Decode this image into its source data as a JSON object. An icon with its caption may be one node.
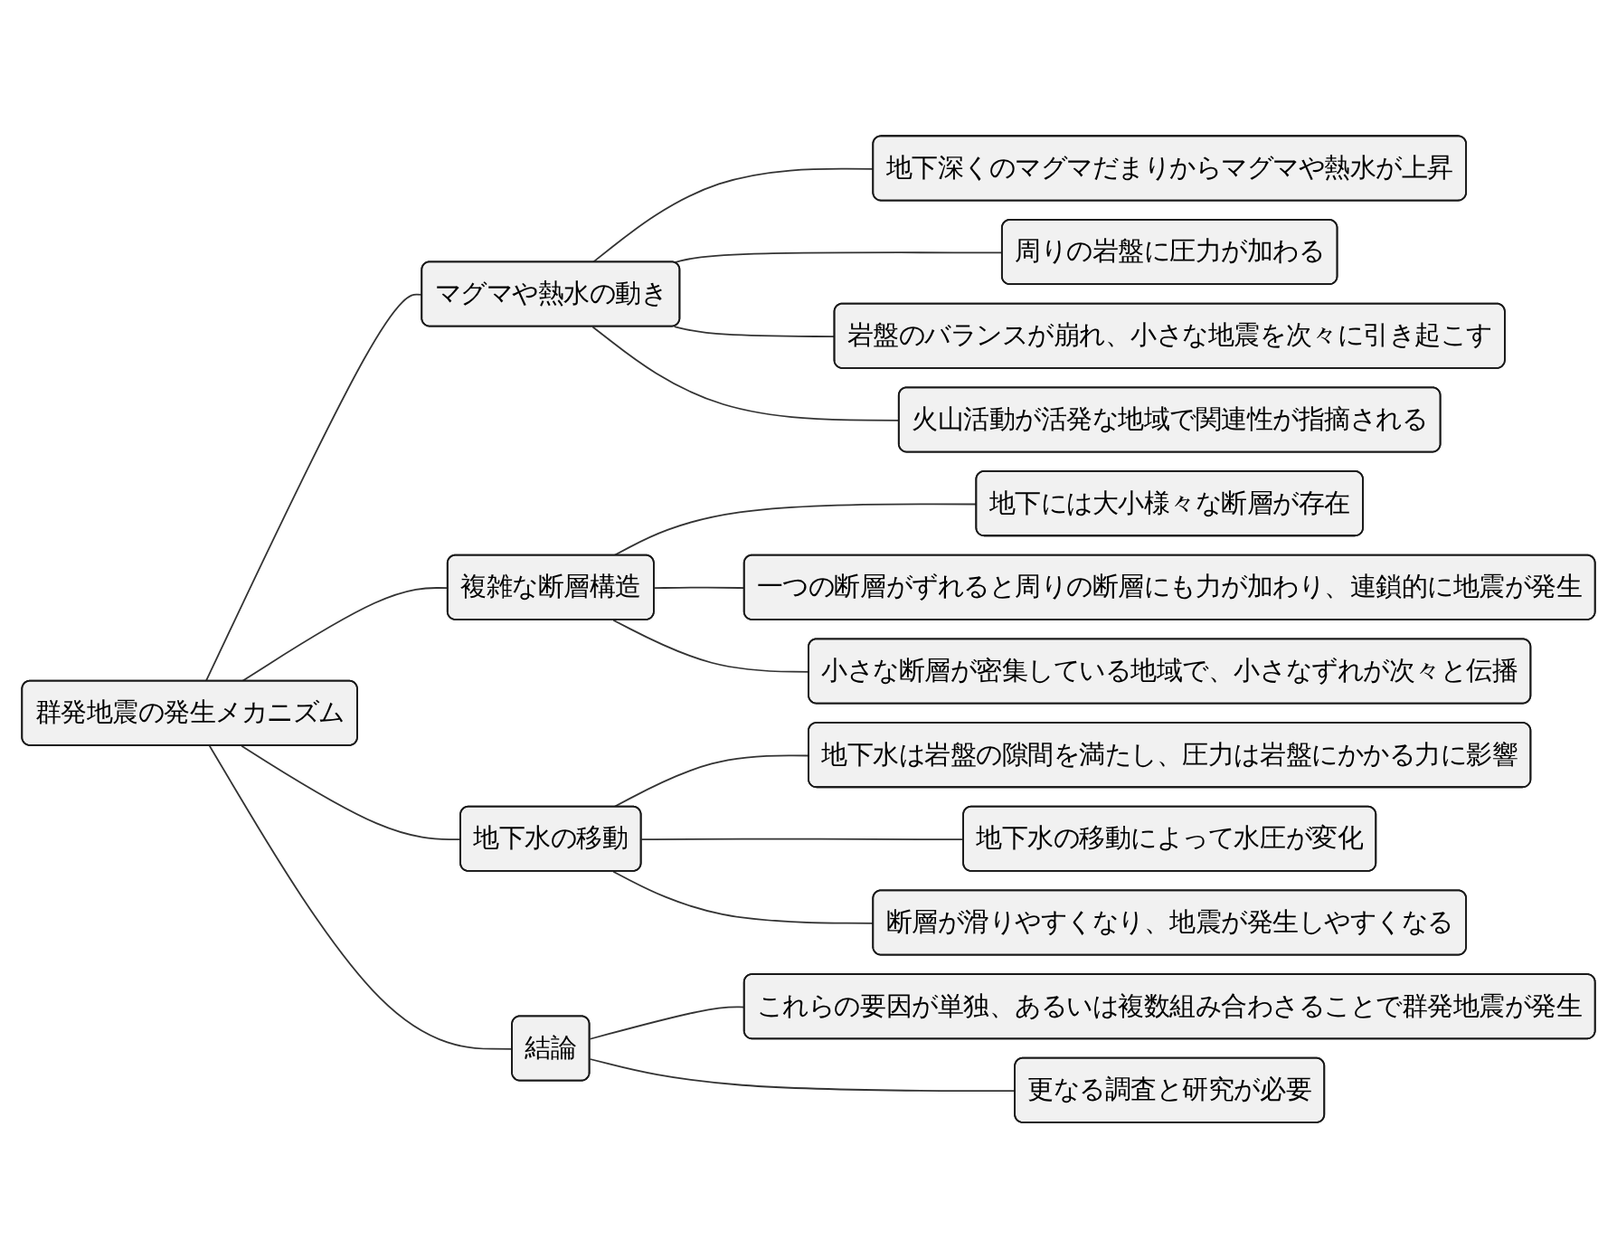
{
  "diagram": {
    "nodes": [
      {
        "text": [
          "群発地震の発生メカニズム"
        ]
      },
      {
        "text": [
          "マグマや熱水の動き"
        ]
      },
      {
        "text": [
          "地下深くのマグマだまりからマグマや熱水が上昇"
        ]
      },
      {
        "text": [
          "周りの岩盤に圧力が加わる"
        ]
      },
      {
        "text": [
          "岩盤のバランスが崩れ、小さな地震を次々に引き起こす"
        ]
      },
      {
        "text": [
          "火山活動が活発な地域で関連性が指摘される"
        ]
      },
      {
        "text": [
          "複雑な断層構造"
        ]
      },
      {
        "text": [
          "地下には大小様々な断層が存在"
        ]
      },
      {
        "text": [
          "一つの断層がずれると周りの断層にも力が加わり、連鎖的に地震が発生"
        ]
      },
      {
        "text": [
          "小さな断層が密集している地域で、小さなずれが次々と伝播"
        ]
      },
      {
        "text": [
          "地下水の移動"
        ]
      },
      {
        "text": [
          "地下水は岩盤の隙間を満たし、圧力は岩盤にかかる力に影響"
        ]
      },
      {
        "text": [
          "地下水の移動によって水圧が変化"
        ]
      },
      {
        "text": [
          "断層が滑りやすくなり、地震が発生しやすくなる"
        ]
      },
      {
        "text": [
          "結論"
        ]
      },
      {
        "text": [
          "これらの要因が単独、あるいは複数組み合わさることで群発地震が発生"
        ]
      },
      {
        "text": [
          "更なる調査と研究が必要"
        ]
      }
    ],
    "edges": [
      {
        "from": 0,
        "to": 1,
        "arrow": "none"
      },
      {
        "from": 1,
        "to": 2,
        "arrow": "none"
      },
      {
        "from": 1,
        "to": 3,
        "arrow": "none"
      },
      {
        "from": 1,
        "to": 4,
        "arrow": "none"
      },
      {
        "from": 1,
        "to": 5,
        "arrow": "none"
      },
      {
        "from": 0,
        "to": 6,
        "arrow": "none"
      },
      {
        "from": 6,
        "to": 7,
        "arrow": "none"
      },
      {
        "from": 6,
        "to": 8,
        "arrow": "none"
      },
      {
        "from": 6,
        "to": 9,
        "arrow": "none"
      },
      {
        "from": 0,
        "to": 10,
        "arrow": "none"
      },
      {
        "from": 10,
        "to": 11,
        "arrow": "none"
      },
      {
        "from": 10,
        "to": 12,
        "arrow": "none"
      },
      {
        "from": 10,
        "to": 13,
        "arrow": "none"
      },
      {
        "from": 0,
        "to": 14,
        "arrow": "none"
      },
      {
        "from": 14,
        "to": 15,
        "arrow": "none"
      },
      {
        "from": 14,
        "to": 16,
        "arrow": "none"
      }
    ]
  }
}
